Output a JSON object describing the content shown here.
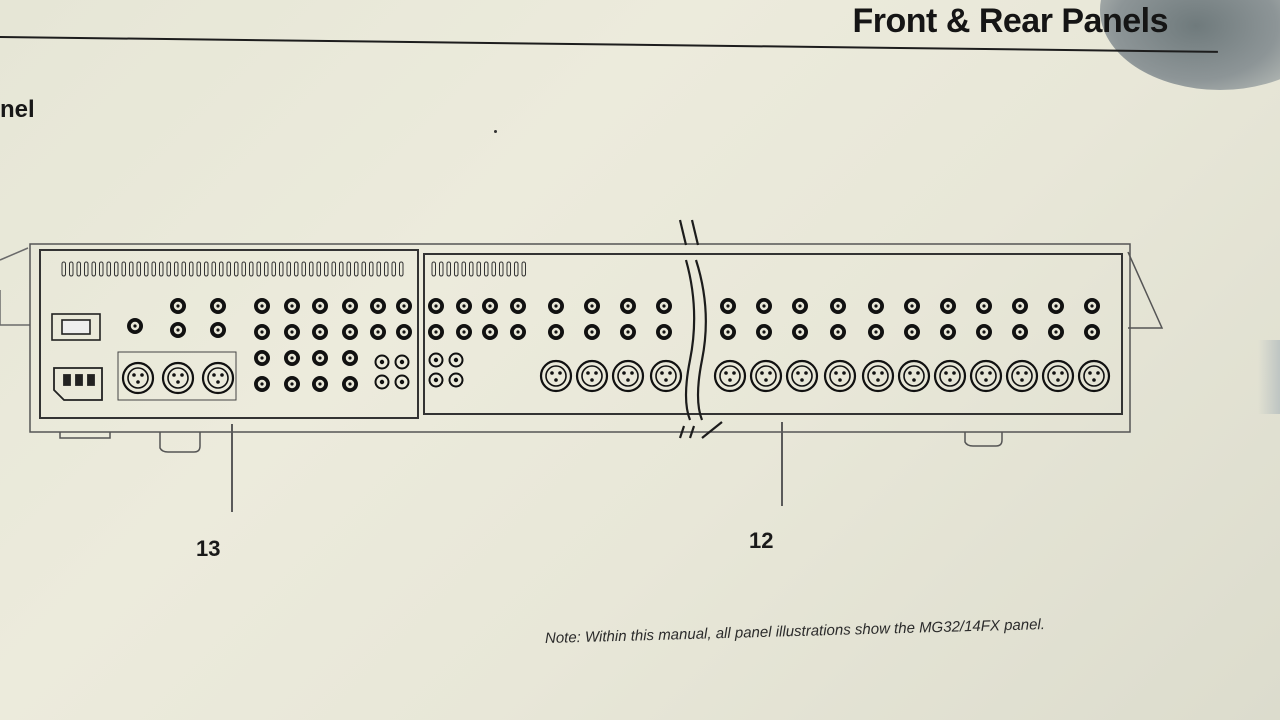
{
  "page": {
    "header_title": "Front & Rear Panels",
    "section_fragment": "nel",
    "callouts": {
      "left": "13",
      "right": "12"
    },
    "note": "Note: Within this manual, all panel illustrations show the MG32/14FX panel."
  },
  "icons": {
    "rear_panel": "mixer-rear-panel-illustration",
    "break_mark": "panel-break-icon",
    "xlr": "xlr-connector-icon",
    "jack": "phone-jack-icon",
    "rca": "rca-jack-icon",
    "iec": "ac-inlet-icon",
    "power": "power-switch-icon"
  },
  "colors": {
    "paper": "#e8e7d8",
    "ink": "#1a1a1a",
    "line": "#5a5a5a"
  }
}
